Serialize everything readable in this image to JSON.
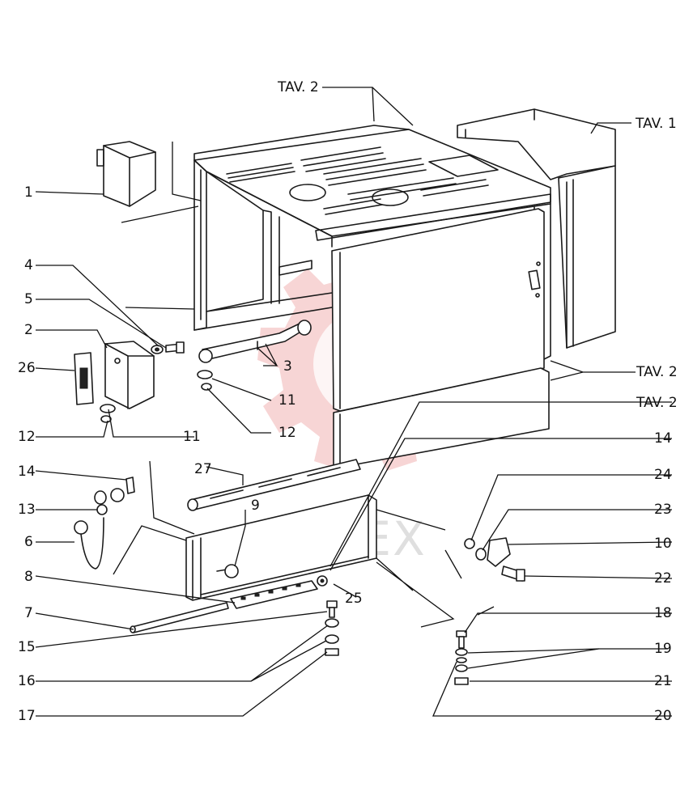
{
  "watermark": {
    "text": "ИНТЕХ",
    "color": "#f2b9b9"
  },
  "callouts": {
    "n1": "1",
    "n2": "2",
    "n3": "3",
    "n4": "4",
    "n5": "5",
    "n6": "6",
    "n7": "7",
    "n8": "8",
    "n9": "9",
    "n10": "10",
    "n11a": "11",
    "n11b": "11",
    "n12a": "12",
    "n12b": "12",
    "n13": "13",
    "n14a": "14",
    "n14b": "14",
    "n15": "15",
    "n16": "16",
    "n17": "17",
    "n18": "18",
    "n19": "19",
    "n20": "20",
    "n21": "21",
    "n22": "22",
    "n23": "23",
    "n24": "24",
    "n25": "25",
    "n26": "26",
    "n27": "27",
    "tav2_top": "TAV. 2",
    "tav1": "TAV. 1",
    "tav2_right_a": "TAV. 2",
    "tav2_right_b": "TAV. 2"
  }
}
